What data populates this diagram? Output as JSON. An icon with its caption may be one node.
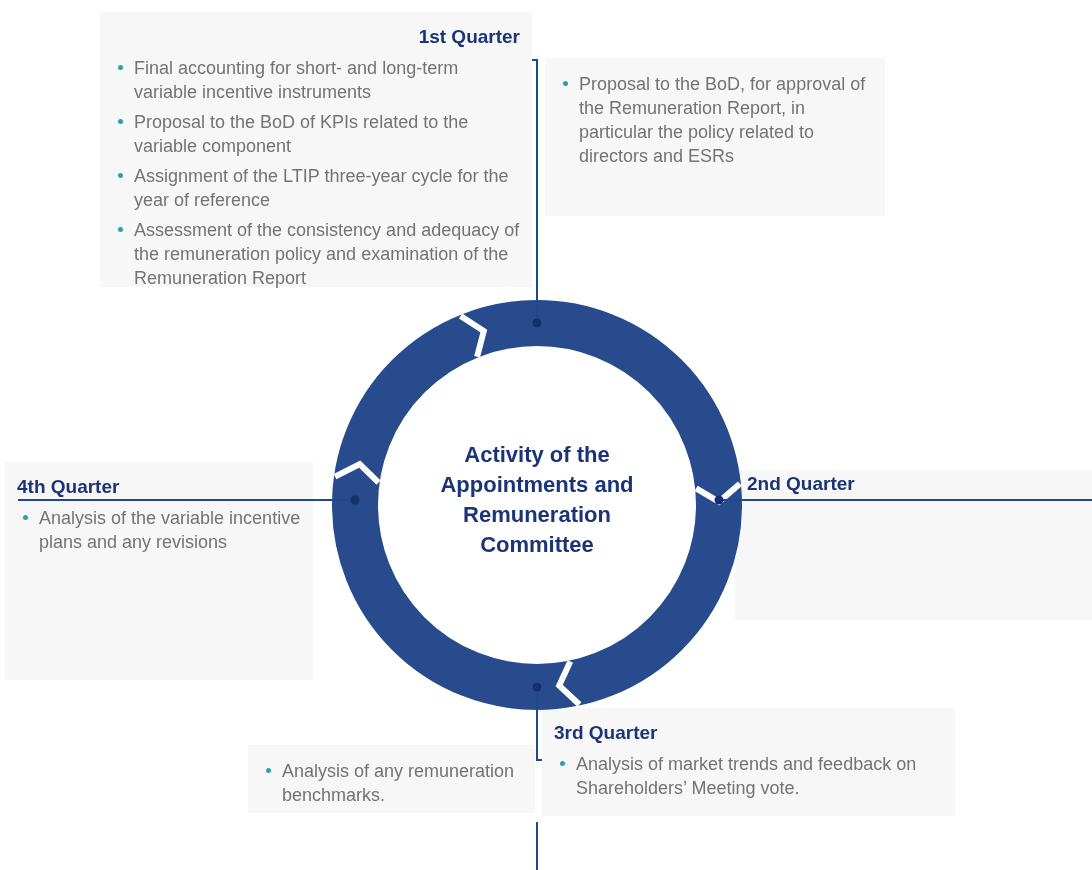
{
  "diagram": {
    "nodes": [
      {
        "text": [
          "Activity of the Appointments and Remuneration Committee"
        ]
      },
      {
        "text": [
          "1st Quarter",
          "Final accounting for short- and long-term variable incentive instruments",
          "Proposal to the BoD of KPIs related to the variable component",
          "Assignment of the LTIP three-year cycle for the year of reference",
          "Assessment of the consistency and adequacy of the remuneration policy and examination of the Remuneration Report"
        ]
      },
      {
        "text": [
          "Proposal to the BoD, for approval of the Remuneration Report, in particular the policy related to directors and ESRs"
        ]
      },
      {
        "text": [
          "2nd Quarter"
        ]
      },
      {
        "text": [
          "3rd Quarter",
          "Analysis of market trends and feedback on Shareholders’ Meeting vote."
        ]
      },
      {
        "text": [
          "Analysis of any remuneration benchmarks."
        ]
      },
      {
        "text": [
          "4th Quarter",
          "Analysis of the variable incentive plans and any revisions"
        ]
      }
    ],
    "edges": [
      {
        "from": 0,
        "to": 1,
        "arrow": "other"
      },
      {
        "from": 0,
        "to": 3,
        "arrow": "other"
      },
      {
        "from": 0,
        "to": 4,
        "arrow": "other"
      },
      {
        "from": 0,
        "to": 6,
        "arrow": "other"
      }
    ]
  }
}
